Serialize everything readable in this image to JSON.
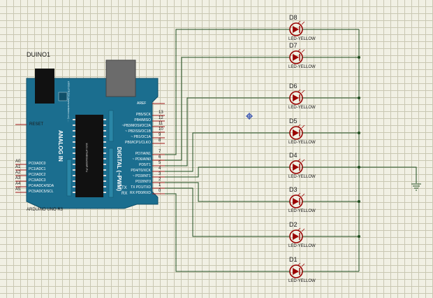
{
  "board": {
    "designator": "DUINO1",
    "model": "ARDUINO UNO R3",
    "reset_label": "RESET",
    "aref_label": "AREF",
    "analog_header": "ANALOG IN",
    "digital_header": "DIGITAL (~PWM)",
    "brand_text": "ARDUTECH (www.arduino.cc) ...",
    "chip_text": "1121 ATMEGA328P-PU",
    "tx_label": "TX",
    "rx_label": "RX",
    "analog_pins": [
      {
        "name": "A0",
        "func": "PC0/ADC0"
      },
      {
        "name": "A1",
        "func": "PC1/ADC1"
      },
      {
        "name": "A2",
        "func": "PC2/ADC2"
      },
      {
        "name": "A3",
        "func": "PC3/ADC3"
      },
      {
        "name": "A4",
        "func": "PC4/ADC4/SDA"
      },
      {
        "name": "A5",
        "func": "PC5/ADC5/SCL"
      }
    ],
    "digital_pins": [
      {
        "num": "13",
        "func": "PB5/SCK"
      },
      {
        "num": "12",
        "func": "PB4/MISO"
      },
      {
        "num": "11",
        "func": "~PB3/MOSI/OC2A"
      },
      {
        "num": "10",
        "func": "~ PB2/SS/OC1B"
      },
      {
        "num": "9",
        "func": "~ PB1/OC1A"
      },
      {
        "num": "8",
        "func": "PB0/ICP1/CLKO"
      },
      {
        "num": "7",
        "func": "PD7/AIN1"
      },
      {
        "num": "6",
        "func": "~ PD6/AIN0"
      },
      {
        "num": "5",
        "func": "PD5/T1"
      },
      {
        "num": "4",
        "func": "PD4/T0/XCK"
      },
      {
        "num": "3",
        "func": "~ PD3/INT1"
      },
      {
        "num": "2",
        "func": "PD2/INT0"
      },
      {
        "num": "1",
        "func": "TX PD1/TXD"
      },
      {
        "num": "0",
        "func": "RX PD0/RXD"
      }
    ]
  },
  "leds": [
    {
      "designator": "D8",
      "type": "LED-YELLOW"
    },
    {
      "designator": "D7",
      "type": "LED-YELLOW"
    },
    {
      "designator": "D6",
      "type": "LED-YELLOW"
    },
    {
      "designator": "D5",
      "type": "LED-YELLOW"
    },
    {
      "designator": "D4",
      "type": "LED-YELLOW"
    },
    {
      "designator": "D3",
      "type": "LED-YELLOW"
    },
    {
      "designator": "D2",
      "type": "LED-YELLOW"
    },
    {
      "designator": "D1",
      "type": "LED-YELLOW"
    }
  ],
  "colors": {
    "board_blue": "#1b6e8f",
    "board_blue_light": "#2a86a6",
    "wire": "#1e4d1e",
    "pin_red": "#a01818",
    "led_red": "#9b0000",
    "chip": "#111111",
    "usb": "#6b6b6b"
  }
}
